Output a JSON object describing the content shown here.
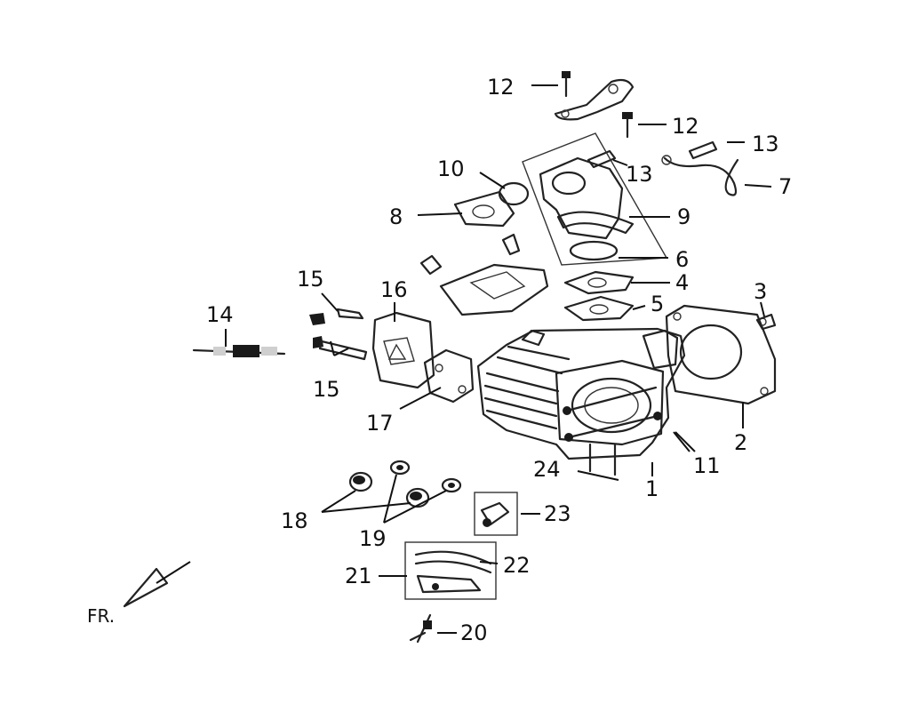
{
  "labels": {
    "p1": "1",
    "p2": "2",
    "p3": "3",
    "p4": "4",
    "p5": "5",
    "p6": "6",
    "p7": "7",
    "p8": "8",
    "p9": "9",
    "p10": "10",
    "p11": "11",
    "p12a": "12",
    "p12b": "12",
    "p13a": "13",
    "p13b": "13",
    "p14": "14",
    "p15a": "15",
    "p15b": "15",
    "p16": "16",
    "p17": "17",
    "p18": "18",
    "p19": "19",
    "p20": "20",
    "p21": "21",
    "p22": "22",
    "p23": "23",
    "p24": "24"
  },
  "front_indicator": "FR."
}
